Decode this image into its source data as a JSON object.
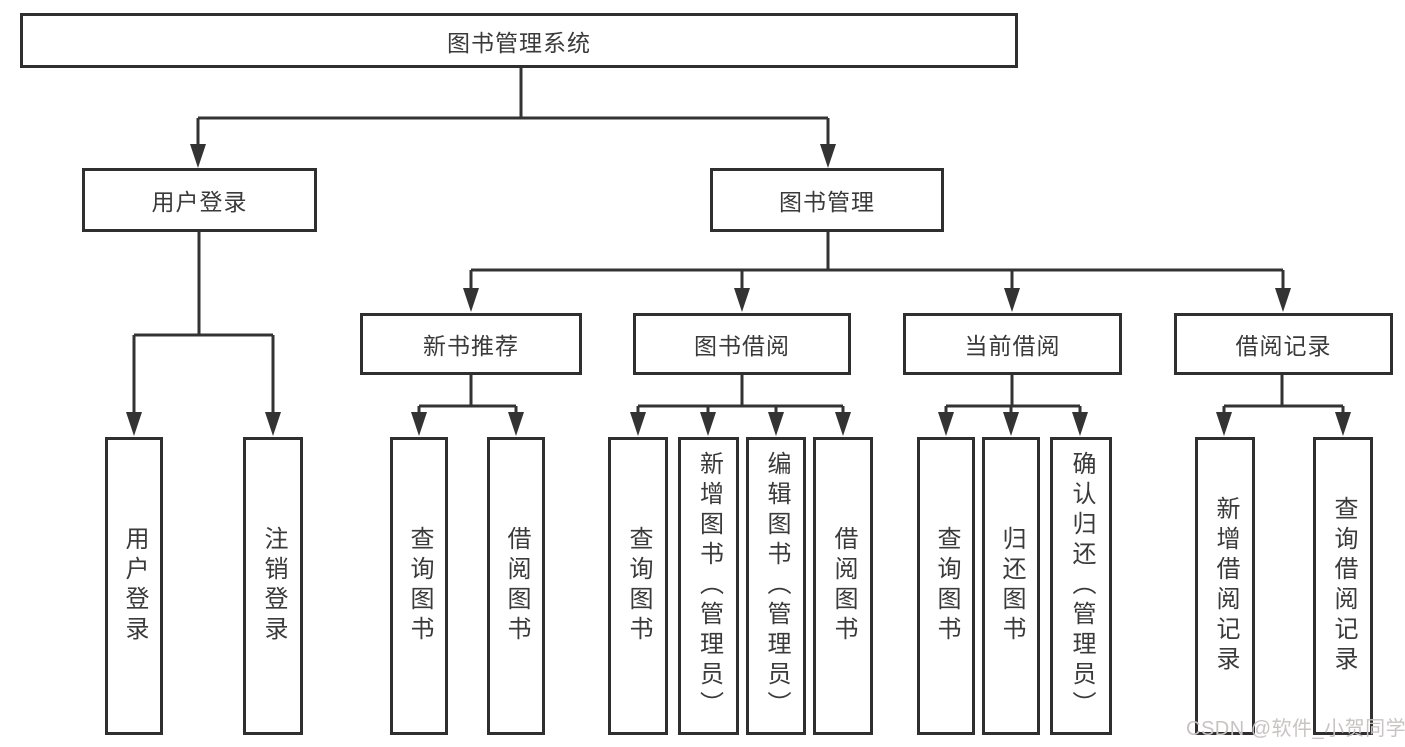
{
  "tree": {
    "root": {
      "label": "图书管理系统",
      "children": [
        {
          "label": "用户登录",
          "children": [
            {
              "label": "用户登录"
            },
            {
              "label": "注销登录"
            }
          ]
        },
        {
          "label": "图书管理",
          "children": [
            {
              "label": "新书推荐",
              "children": [
                {
                  "label": "查询图书"
                },
                {
                  "label": "借阅图书"
                }
              ]
            },
            {
              "label": "图书借阅",
              "children": [
                {
                  "label": "查询图书"
                },
                {
                  "label": "新增图书（管理员）"
                },
                {
                  "label": "编辑图书（管理员）"
                },
                {
                  "label": "借阅图书"
                }
              ]
            },
            {
              "label": "当前借阅",
              "children": [
                {
                  "label": "查询图书"
                },
                {
                  "label": "归还图书"
                },
                {
                  "label": "确认归还（管理员）"
                }
              ]
            },
            {
              "label": "借阅记录",
              "children": [
                {
                  "label": "新增借阅记录"
                },
                {
                  "label": "查询借阅记录"
                }
              ]
            }
          ]
        }
      ]
    }
  },
  "watermark": {
    "text": "CSDN @软件_小贺同学"
  },
  "colors": {
    "line": "#333333",
    "box_border": "#2f2f2f",
    "text": "#3a3a3a",
    "background": "#ffffff",
    "watermark": "#c9c3c3"
  }
}
